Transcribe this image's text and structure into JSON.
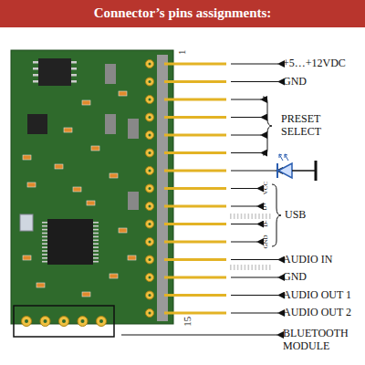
{
  "diagram": {
    "title": "Connector’s pins assignments:",
    "labels": [
      "1",
      "+5…+12VDC",
      "GND",
      "PRESET SELECT",
      "VCC",
      "D+",
      "D-",
      "GND",
      "USB",
      "AUDIO IN",
      "GND",
      "AUDIO OUT 1",
      "AUDIO OUT 2",
      "15",
      "BLUETOOTH MODULE"
    ]
  }
}
